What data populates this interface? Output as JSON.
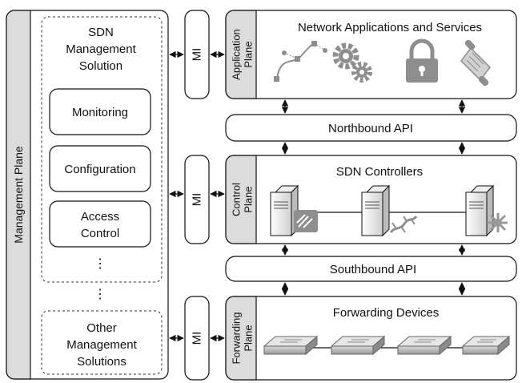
{
  "management_plane": {
    "label": "Management Plane",
    "sdn_solution_title": [
      "SDN",
      "Management",
      "Solution"
    ],
    "modules": [
      {
        "lines": [
          "Monitoring"
        ]
      },
      {
        "lines": [
          "Configuration"
        ]
      },
      {
        "lines": [
          "Access",
          "Control"
        ]
      }
    ],
    "ellipsis": "⋮",
    "other_solutions": [
      "Other",
      "Management",
      "Solutions"
    ]
  },
  "mi_label": "MI",
  "application_plane": {
    "label_lines": [
      "Application",
      "Plane"
    ],
    "title": "Network Applications and Services",
    "icons": [
      "bezier-curve-icon",
      "gears-icon",
      "padlock-icon",
      "scroll-icon"
    ]
  },
  "northbound_api": "Northbound API",
  "control_plane": {
    "label_lines": [
      "Control",
      "Plane"
    ],
    "title": "SDN Controllers",
    "controllers": [
      "server-broom-icon",
      "server-gecko-icon",
      "server-starburst-icon"
    ]
  },
  "southbound_api": "Southbound API",
  "forwarding_plane": {
    "label_lines": [
      "Forwarding",
      "Plane"
    ],
    "title": "Forwarding Devices",
    "devices": 4
  },
  "colors": {
    "plane_tab": "#dcdcdc",
    "icon_gray": "#8e8e8e",
    "stroke": "#111111"
  }
}
